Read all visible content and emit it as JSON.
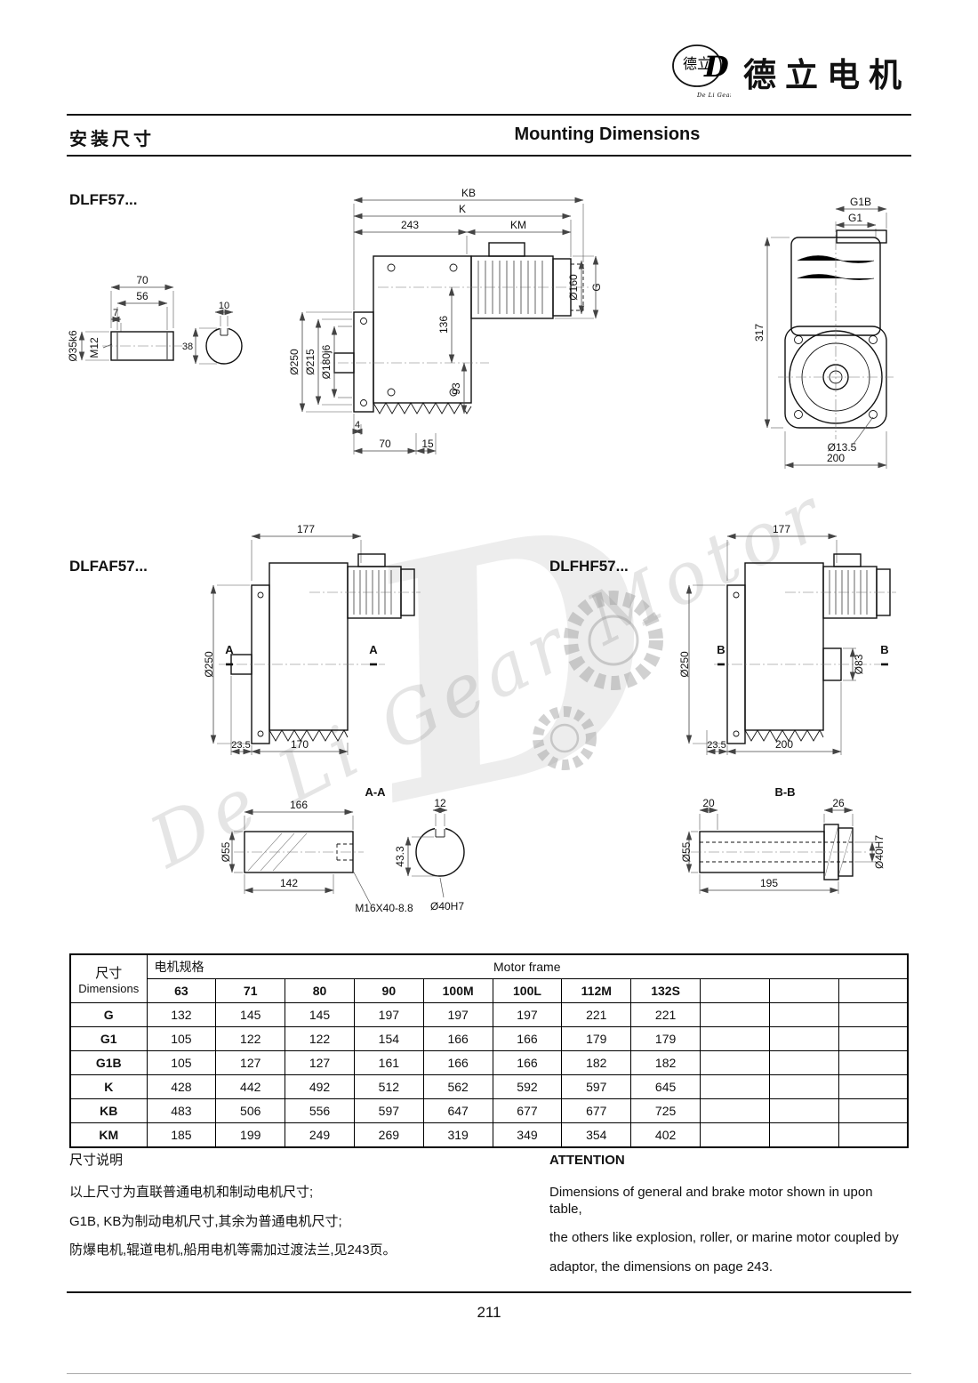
{
  "brand": {
    "name": "德立电机",
    "logo_chars": "德立",
    "ring_text": "De Li Gear Motor"
  },
  "header": {
    "title_zh": "安装尺寸",
    "title_en": "Mounting Dimensions"
  },
  "watermark": {
    "text": "De Li Gear Motor",
    "letter": "D"
  },
  "dlff57": {
    "label": "DLFF57...",
    "shaft": {
      "len70": "70",
      "len56": "56",
      "len7": "7",
      "thread": "M12",
      "key10": "10",
      "h38": "38",
      "dia35": "Ø35k6"
    },
    "front": {
      "kb": "KB",
      "k": "K",
      "l243": "243",
      "km": "KM",
      "g": "G",
      "dia160": "Ø160",
      "dia250": "Ø250",
      "dia215": "Ø215",
      "dia180": "Ø180j6",
      "h136": "136",
      "h93": "93",
      "l4": "4",
      "l70": "70",
      "l15": "15"
    },
    "side": {
      "g1b": "G1B",
      "g1": "G1",
      "h317": "317",
      "dia135": "Ø13.5",
      "w200": "200"
    }
  },
  "dlfaf57": {
    "label": "DLFAF57...",
    "w177": "177",
    "dia250": "Ø250",
    "sec": "A",
    "off235": "23.5",
    "w170": "170"
  },
  "dlfhf57": {
    "label": "DLFHF57...",
    "w177": "177",
    "dia250": "Ø250",
    "dia83": "Ø83",
    "sec": "B",
    "off235": "23.5",
    "w200": "200"
  },
  "section_aa": {
    "label": "A-A",
    "l166": "166",
    "key12": "12",
    "dia55": "Ø55",
    "h433": "43.3",
    "l142": "142",
    "thread": "M16X40-8.8",
    "dia40": "Ø40H7"
  },
  "section_bb": {
    "label": "B-B",
    "l20": "20",
    "l26": "26",
    "dia55": "Ø55",
    "l195": "195",
    "dia40": "Ø40H7"
  },
  "table": {
    "dim_zh": "尺寸",
    "dim_en": "Dimensions",
    "spec_zh": "电机规格",
    "spec_en": "Motor frame",
    "frames": [
      "63",
      "71",
      "80",
      "90",
      "100M",
      "100L",
      "112M",
      "132S",
      "",
      "",
      ""
    ],
    "rows": [
      {
        "name": "G",
        "values": [
          "132",
          "145",
          "145",
          "197",
          "197",
          "197",
          "221",
          "221",
          "",
          "",
          ""
        ]
      },
      {
        "name": "G1",
        "values": [
          "105",
          "122",
          "122",
          "154",
          "166",
          "166",
          "179",
          "179",
          "",
          "",
          ""
        ]
      },
      {
        "name": "G1B",
        "values": [
          "105",
          "127",
          "127",
          "161",
          "166",
          "166",
          "182",
          "182",
          "",
          "",
          ""
        ]
      },
      {
        "name": "K",
        "values": [
          "428",
          "442",
          "492",
          "512",
          "562",
          "592",
          "597",
          "645",
          "",
          "",
          ""
        ]
      },
      {
        "name": "KB",
        "values": [
          "483",
          "506",
          "556",
          "597",
          "647",
          "677",
          "677",
          "725",
          "",
          "",
          ""
        ]
      },
      {
        "name": "KM",
        "values": [
          "185",
          "199",
          "249",
          "269",
          "319",
          "349",
          "354",
          "402",
          "",
          "",
          ""
        ]
      }
    ]
  },
  "notes": {
    "zh_title": "尺寸说明",
    "zh_lines": [
      "以上尺寸为直联普通电机和制动电机尺寸;",
      "G1B, KB为制动电机尺寸,其余为普通电机尺寸;",
      "防爆电机,辊道电机,船用电机等需加过渡法兰,见243页。"
    ],
    "en_title": "ATTENTION",
    "en_lines": [
      "Dimensions of general and brake motor shown in upon table,",
      "the others like explosion, roller, or marine motor coupled by",
      "adaptor, the dimensions on page 243."
    ]
  },
  "footer": {
    "page_number": "211"
  }
}
